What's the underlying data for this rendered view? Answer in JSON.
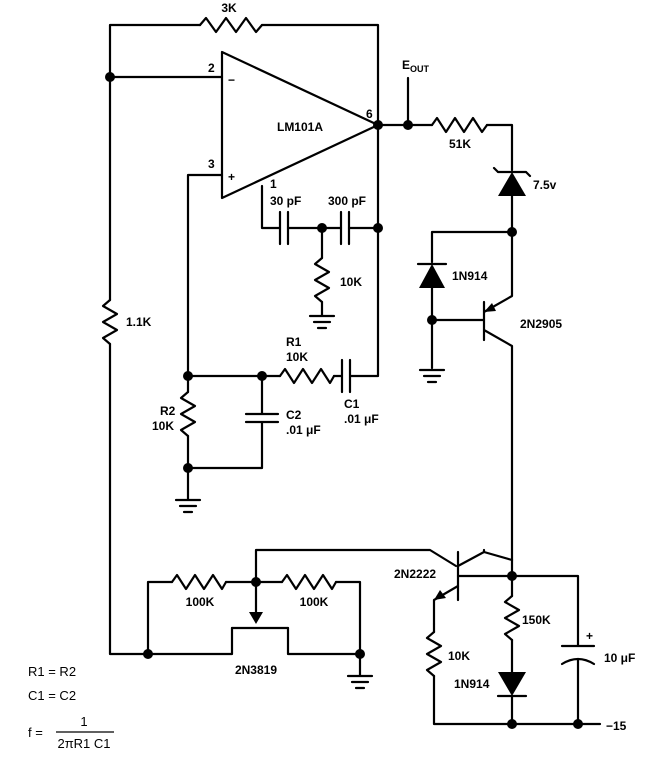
{
  "opamp": {
    "label": "LM101A",
    "pin_inv": "2",
    "pin_noninv": "3",
    "pin_comp": "1",
    "pin_out": "6",
    "minus": "−",
    "plus": "+"
  },
  "output": {
    "main": "E",
    "sub": "OUT"
  },
  "resistors": {
    "r_feedback": "3K",
    "r_bias": "1.1K",
    "r_out": "51K",
    "r_comp": "10K",
    "r1_name": "R1",
    "r1_value": "10K",
    "r2_name": "R2",
    "r2_value": "10K",
    "r_left": "100K",
    "r_right": "100K",
    "r_emitter": "10K",
    "r_150": "150K"
  },
  "capacitors": {
    "c_comp1": "30 pF",
    "c_comp2": "300 pF",
    "c1_name": "C1",
    "c1_value": ".01 μF",
    "c2_name": "C2",
    "c2_value": ".01 μF",
    "c_bypass": "10 μF",
    "c_bypass_plus": "+"
  },
  "semis": {
    "zener": "7.5v",
    "diode_upper": "1N914",
    "diode_lower": "1N914",
    "pnp": "2N2905",
    "npn": "2N2222",
    "jfet": "2N3819"
  },
  "supply": {
    "neg": "−15"
  },
  "equations": {
    "eq1": "R1 = R2",
    "eq2": "C1 = C2",
    "f_lhs": "f =",
    "f_num": "1",
    "f_den": "2πR1 C1"
  }
}
